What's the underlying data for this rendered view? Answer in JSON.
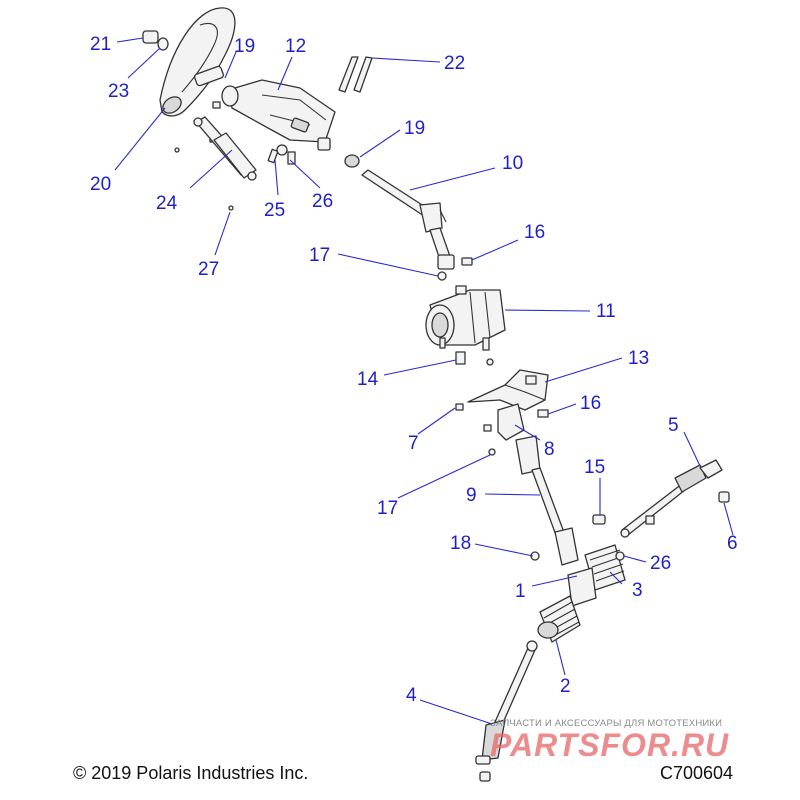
{
  "callouts": [
    "1",
    "2",
    "3",
    "4",
    "5",
    "6",
    "7",
    "8",
    "9",
    "10",
    "11",
    "12",
    "13",
    "14",
    "15",
    "16",
    "16",
    "17",
    "17",
    "18",
    "19",
    "19",
    "20",
    "21",
    "22",
    "23",
    "24",
    "25",
    "26",
    "26",
    "27"
  ],
  "footer": {
    "copyright": "© 2019 Polaris Industries Inc.",
    "drawing_code": "C700604"
  },
  "watermark": {
    "caption": "ЗАПЧАСТИ И АКСЕССУАРЫ ДЛЯ МОТОТЕХНИКИ",
    "brand": "PARTSFOR.RU"
  },
  "colors": {
    "callout": "#1f1fc8",
    "watermark": "#e56666"
  }
}
